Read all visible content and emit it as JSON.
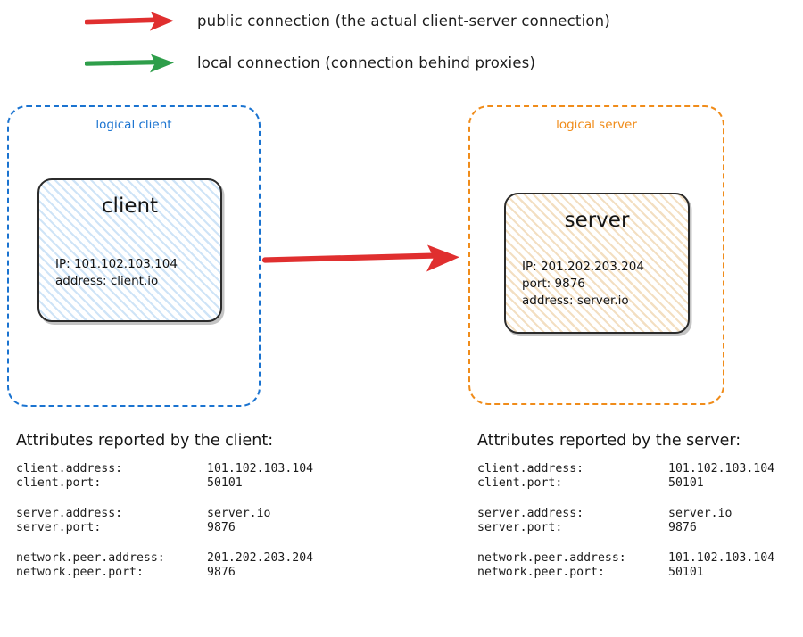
{
  "legend": {
    "public": {
      "label": "public connection (the actual client-server connection)",
      "color": "#e02f2f",
      "icon": "right-arrow-icon"
    },
    "local": {
      "label": "local connection (connection behind proxies)",
      "color": "#2e9e4a",
      "icon": "right-arrow-icon"
    }
  },
  "diagram": {
    "client_container": {
      "label": "logical client",
      "color": "#1a73d0"
    },
    "server_container": {
      "label": "logical server",
      "color": "#f08c1a"
    },
    "client_node": {
      "title": "client",
      "lines": [
        "IP: 101.102.103.104",
        "address: client.io"
      ]
    },
    "server_node": {
      "title": "server",
      "lines": [
        "IP: 201.202.203.204",
        "port: 9876",
        "address: server.io"
      ]
    },
    "connection_arrow": {
      "name": "public-connection-arrow",
      "color": "#e02f2f",
      "from": "client",
      "to": "server"
    }
  },
  "attributes_client": {
    "heading": "Attributes reported by the client:",
    "groups": [
      [
        {
          "key": "client.address:",
          "value": "101.102.103.104"
        },
        {
          "key": "client.port:",
          "value": "50101"
        }
      ],
      [
        {
          "key": "server.address:",
          "value": "server.io"
        },
        {
          "key": "server.port:",
          "value": "9876"
        }
      ],
      [
        {
          "key": "network.peer.address:",
          "value": "201.202.203.204"
        },
        {
          "key": "network.peer.port:",
          "value": "9876"
        }
      ]
    ]
  },
  "attributes_server": {
    "heading": "Attributes reported by the server:",
    "groups": [
      [
        {
          "key": "client.address:",
          "value": "101.102.103.104"
        },
        {
          "key": "client.port:",
          "value": "50101"
        }
      ],
      [
        {
          "key": "server.address:",
          "value": "server.io"
        },
        {
          "key": "server.port:",
          "value": "9876"
        }
      ],
      [
        {
          "key": "network.peer.address:",
          "value": "101.102.103.104"
        },
        {
          "key": "network.peer.port:",
          "value": "50101"
        }
      ]
    ]
  }
}
